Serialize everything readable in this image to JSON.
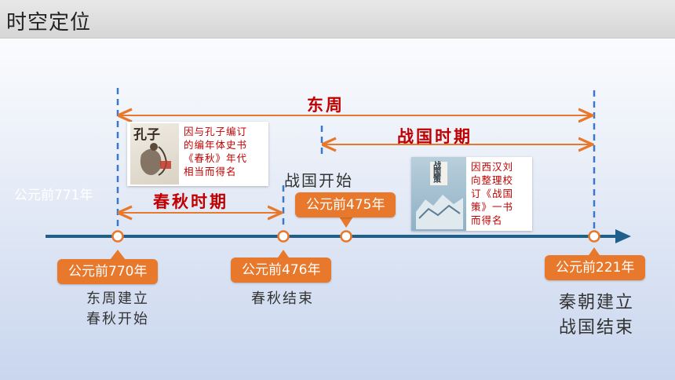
{
  "header": {
    "title": "时空定位"
  },
  "periods": {
    "eastern_zhou": "东周",
    "warring_states": "战国时期",
    "spring_autumn": "春秋时期"
  },
  "dates": {
    "bc771": "公元前771年",
    "bc770": "公元前770年",
    "bc476": "公元前476年",
    "bc475": "公元前475年",
    "bc221": "公元前221年"
  },
  "events": {
    "warring_start": "战国开始",
    "bc770_line1": "东周建立",
    "bc770_line2": "春秋开始",
    "bc476": "春秋结束",
    "bc221_line1": "秦朝建立",
    "bc221_line2": "战国结束"
  },
  "cards": {
    "chunqiu": [
      "因与孔子编订",
      "的编年体史书",
      "《春秋》年代",
      "相当而得名"
    ],
    "zhanguo": [
      "因西汉刘",
      "向整理校",
      "订《战国",
      "策》一书",
      "而得名"
    ]
  },
  "books": {
    "chunqiu_cover": "孔子",
    "zhanguo_cover": "战国策"
  },
  "colors": {
    "timeline": "#1f5f8b",
    "accent_orange": "#e8782b",
    "period_red": "#c00000",
    "dash_blue": "#3a78c9"
  }
}
